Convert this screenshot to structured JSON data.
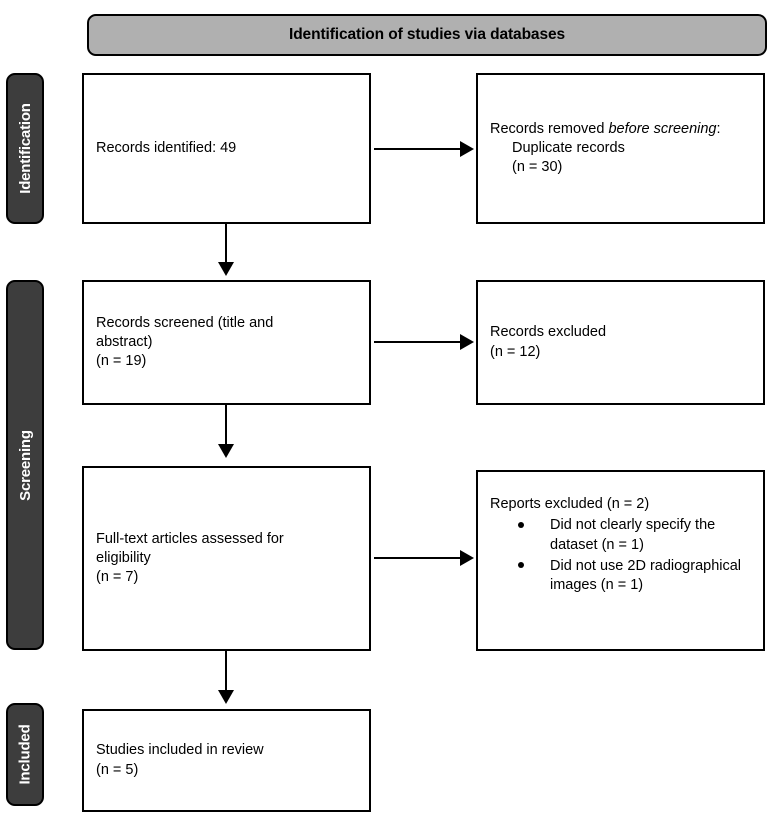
{
  "diagram": {
    "title": "Identification of studies via databases",
    "type": "PRISMA flow diagram"
  },
  "banner": {
    "label": "Identification of studies via databases"
  },
  "stages": [
    {
      "id": "identification",
      "label": "Identification"
    },
    {
      "id": "screening",
      "label": "Screening"
    },
    {
      "id": "included",
      "label": "Included"
    }
  ],
  "boxes": {
    "records_identified": {
      "line1": "Records identified: 49"
    },
    "records_removed": {
      "lead_prefix": "Records removed ",
      "lead_italic": "before screening",
      "lead_suffix": ":",
      "item1": "Duplicate records",
      "item2": "(n = 30)"
    },
    "records_screened": {
      "line1": "Records screened (title and",
      "line2": "abstract)",
      "line3": "(n = 19)"
    },
    "records_excluded": {
      "line1": "Records excluded",
      "line2": "(n = 12)"
    },
    "fulltext_assessed": {
      "line1": "Full-text articles assessed for",
      "line2": "eligibility",
      "line3": "(n = 7)"
    },
    "reports_excluded": {
      "heading": "Reports excluded (n = 2)",
      "bullets": [
        "Did not clearly specify\nthe dataset (n = 1)",
        "Did not use 2D\nradiographical images\n(n = 1)"
      ]
    },
    "studies_included": {
      "line1": "Studies included in review",
      "line2": "(n = 5)"
    }
  },
  "colors": {
    "banner_fill": "#b0b0b0",
    "stage_fill": "#3d3d3d",
    "box_fill": "#ffffff",
    "stroke": "#000000",
    "stage_text": "#ffffff"
  },
  "counts": {
    "identified": 49,
    "duplicates_removed": 30,
    "screened": 19,
    "excluded_screening": 12,
    "fulltext_assessed": 7,
    "reports_excluded": 2,
    "excluded_no_dataset": 1,
    "excluded_not_2d": 1,
    "included": 5
  }
}
